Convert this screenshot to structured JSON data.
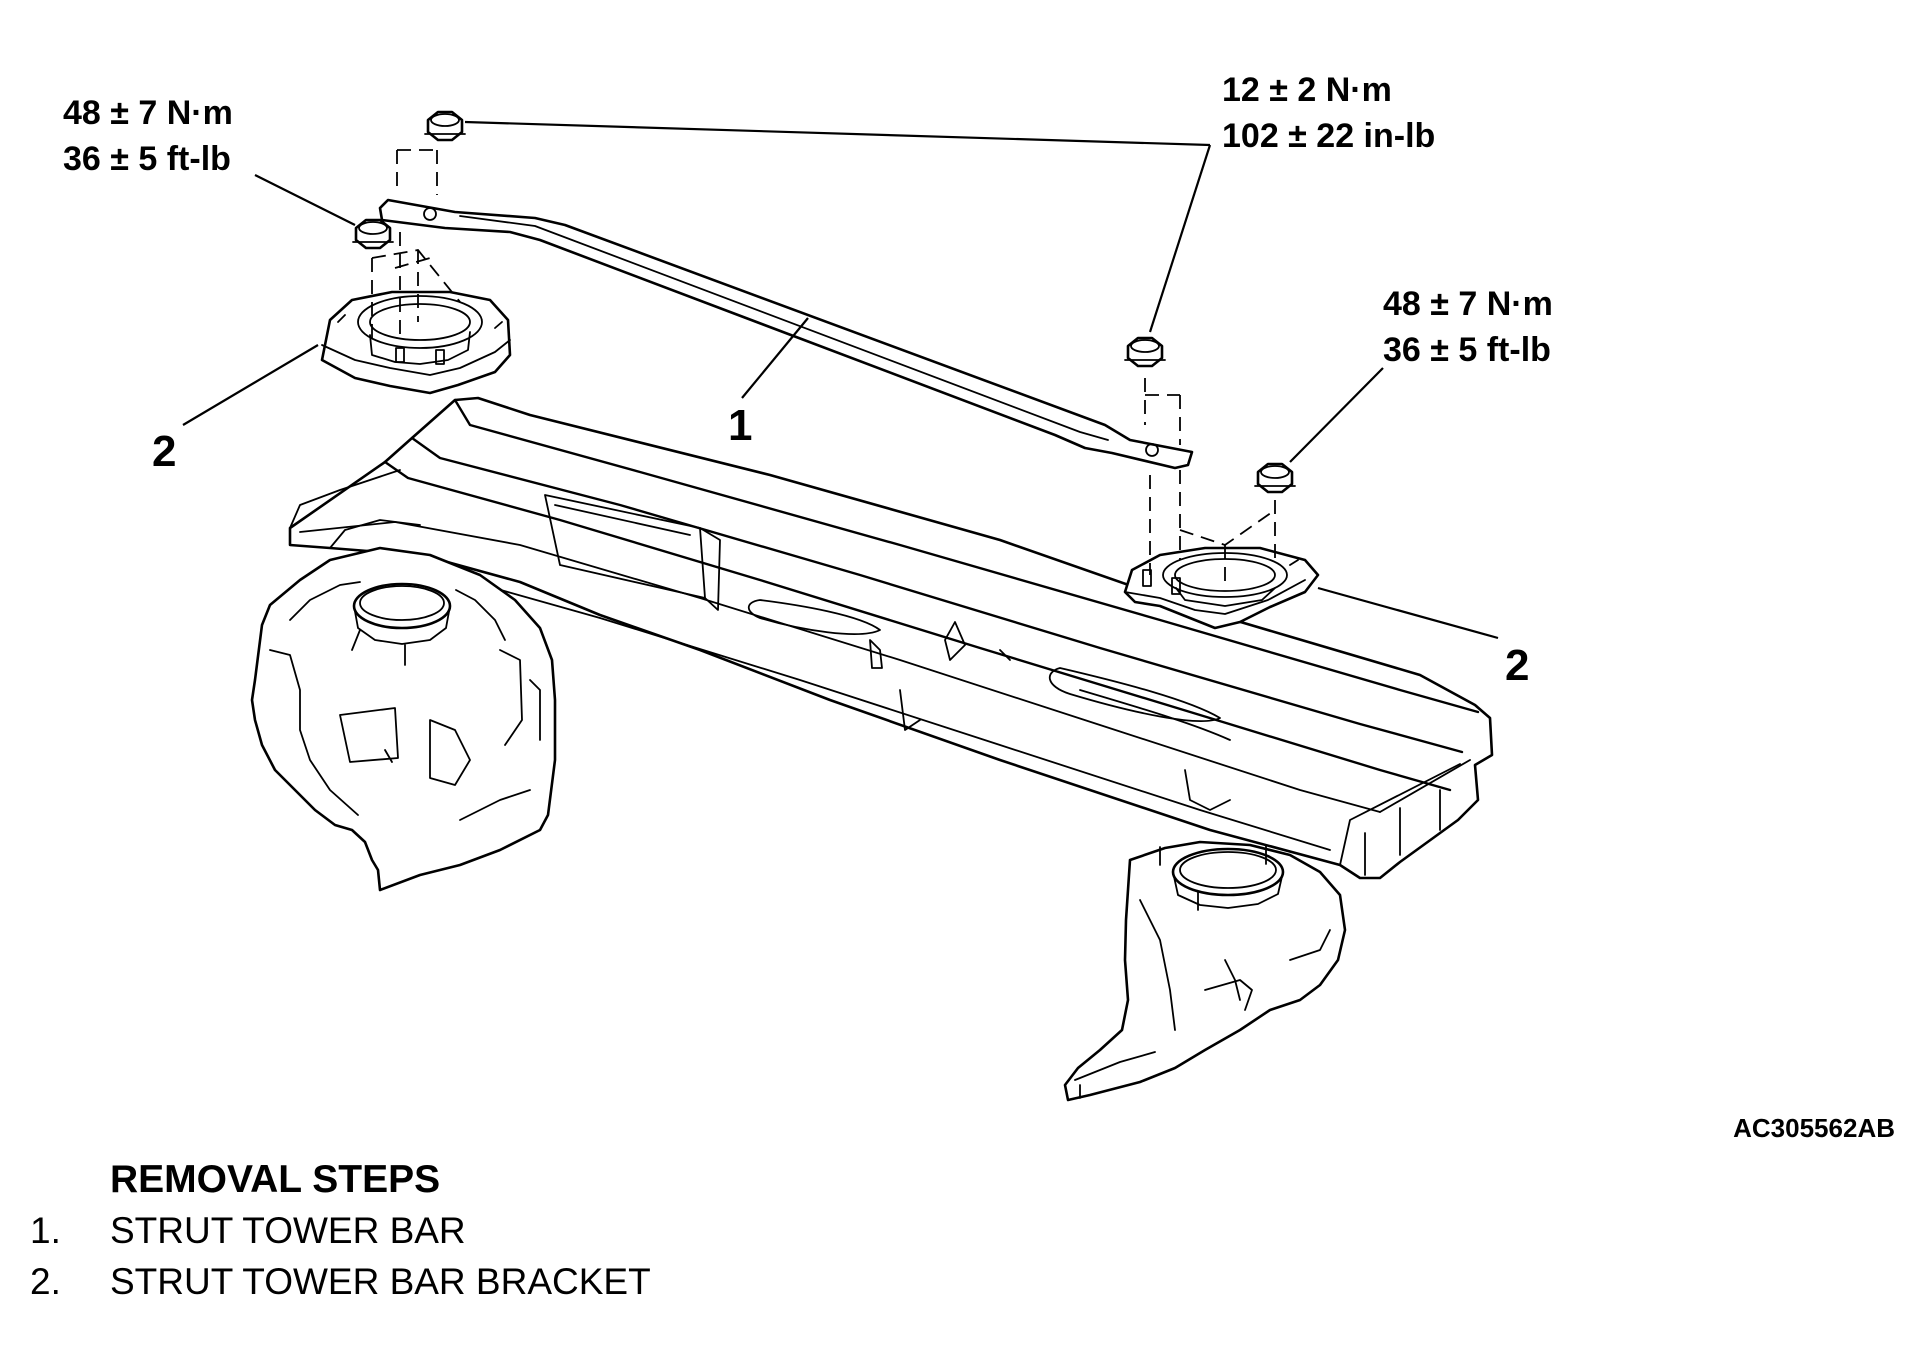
{
  "diagram": {
    "figure_id": "AC305562AB",
    "torque_labels": {
      "left_nut": [
        "48 ± 7 N·m",
        "36 ± 5 ft-lb"
      ],
      "bar_nut": [
        "12 ± 2 N·m",
        "102 ± 22 in-lb"
      ],
      "right_nut": [
        "48 ± 7 N·m",
        "36 ± 5 ft-lb"
      ]
    },
    "callouts": [
      "1",
      "2",
      "2"
    ]
  },
  "removal": {
    "heading": "REMOVAL STEPS",
    "steps": [
      {
        "number": "1.",
        "label": "STRUT TOWER BAR"
      },
      {
        "number": "2.",
        "label": "STRUT TOWER BAR BRACKET"
      }
    ]
  }
}
